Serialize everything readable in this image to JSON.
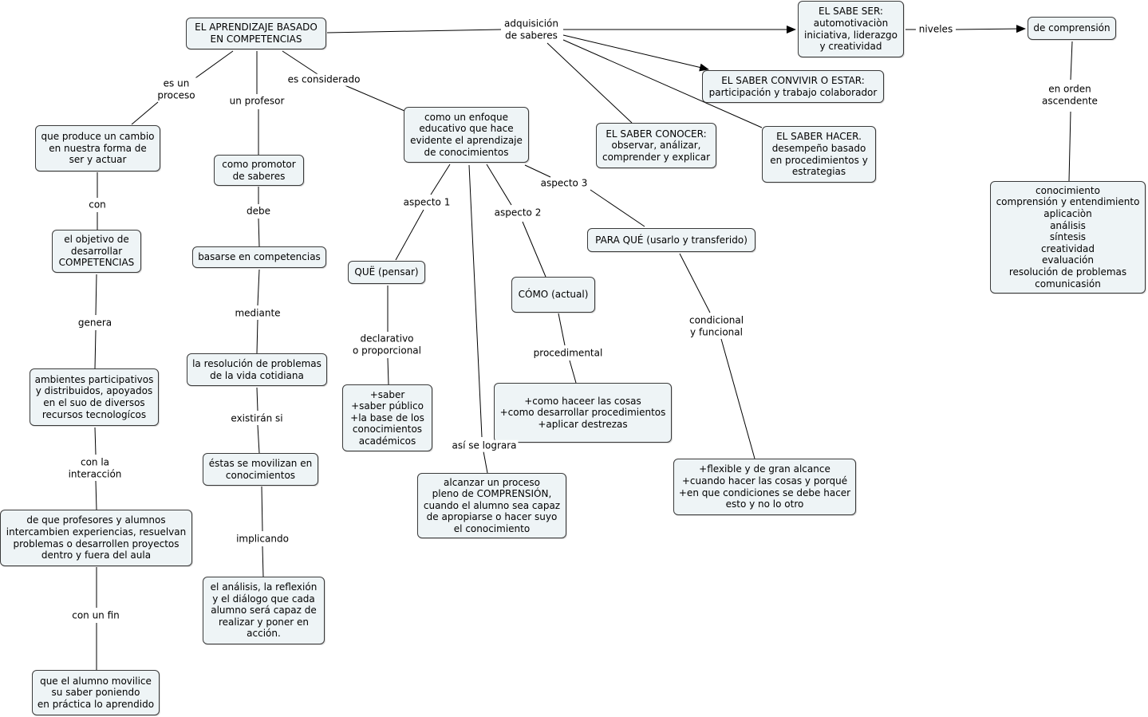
{
  "concept_map": {
    "nodes": {
      "root": "EL APRENDIZAJE BASADO\nEN COMPETENCIAS",
      "cambio": "que produce un cambio\nen nuestra forma de\nser y actuar",
      "promotor": "como promotor\nde saberes",
      "enfoque": "como un enfoque\neducativo que hace\nevidente el aprendizaje\nde conocimientos",
      "saber_ser": "EL SABE SER:\nautomotivaciòn\niniciativa, liderazgo\ny creatividad",
      "comprension": "de comprensión",
      "convivir": "EL SABER CONVIVIR O ESTAR:\nparticipación y trabajo colaborador",
      "conocer": "EL SABER CONOCER:\nobservar, análizar,\ncomprender y explicar",
      "hacer": "EL SABER HACER.\ndesempeño basado\nen procedimientos y\nestrategias",
      "lista": "conocimiento\ncomprensión y entendimiento\naplicaciòn\nanálisis\nsíntesis\ncreatividad\nevaluación\nresolución de problemas\ncomunicasión",
      "objetivo": "el objetivo de\ndesarrollar\nCOMPETENCIAS",
      "basarse": "basarse en competencias",
      "que": "QUË (pensar)",
      "para_que": "PARA QUÉ (usarlo y transferido)",
      "como": "CÓMO (actual)",
      "ambientes": "ambientes participativos\ny distribuidos, apoyados\nen el suo de diversos\nrecursos tecnologícos",
      "resolucion": "la resolución de problemas\nde la vida cotidiana",
      "saber_publico": "+saber\n+saber público\n+la base de los\nconocimientos\nacadémicos",
      "como_hacer": "+como haceer las cosas\n+como desarrollar procedimientos\n+aplicar destrezas",
      "movilizan": "éstas se movilizan en\nconocimientos",
      "alcanzar": "alcanzar un proceso\npleno de COMPRENSIÓN,\ncuando el alumno sea capaz\nde apropiarse o hacer suyo\nel conocimiento",
      "flexible": "+flexible y de gran alcance\n+cuando hacer las cosas y porqué\n+en que condiciones se debe hacer\nesto y no lo otro",
      "intercambien": "de que profesores y alumnos\nintercambien experiencias, resuelvan\nproblemas o desarrollen proyectos\ndentro y fuera del aula",
      "analisis": "el análisis, la reflexión\ny el diálogo que cada\nalumno será capaz de\nrealizar y poner en\nacción.",
      "movilice": "que el alumno movilice\nsu saber poniendo\nen práctica lo aprendido"
    },
    "links": {
      "adquisicion": "adquisición\nde saberes",
      "niveles": "niveles",
      "es_un_proceso": "es un\nproceso",
      "un_profesor": "un profesor",
      "es_considerado": "es considerado",
      "en_orden": "en orden\nascendente",
      "con": "con",
      "debe": "debe",
      "aspecto1": "aspecto 1",
      "aspecto2": "aspecto 2",
      "aspecto3": "aspecto 3",
      "genera": "genera",
      "mediante": "mediante",
      "declarativo": "declarativo\no proporcional",
      "procedimental": "procedimental",
      "condicional": "condicional\ny funcional",
      "existiran": "existirán si",
      "asi_se_lograra": "así se lograra",
      "con_la_interaccion": "con la\ninteracción",
      "implicando": "implicando",
      "con_un_fin": "con un fin"
    }
  }
}
